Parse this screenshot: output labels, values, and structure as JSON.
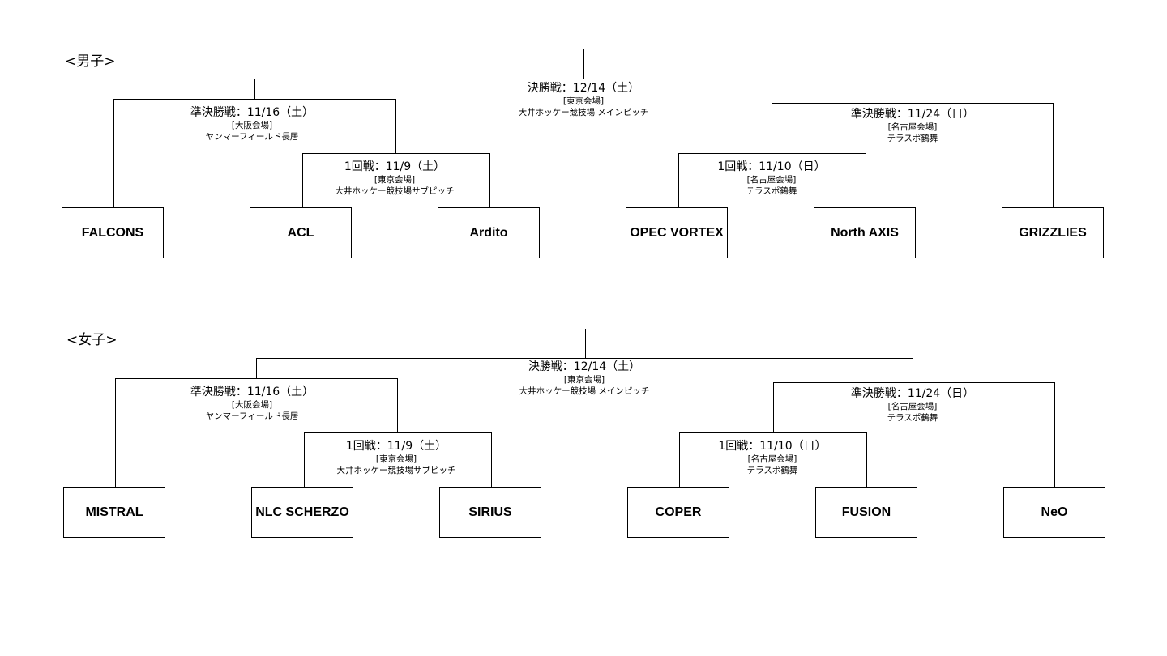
{
  "brackets": [
    {
      "heading": "<男子>",
      "final": {
        "round": "決勝戦：12/14（土）",
        "area": "[東京会場]",
        "venue": "大井ホッケー競技場 メインピッチ"
      },
      "semi_left": {
        "round": "準決勝戦：11/16（土）",
        "area": "[大阪会場]",
        "venue": "ヤンマーフィールド長居"
      },
      "first_left": {
        "round": "1回戦：11/9（土）",
        "area": "[東京会場]",
        "venue": "大井ホッケー競技場サブピッチ"
      },
      "semi_right": {
        "round": "準決勝戦：11/24（日）",
        "area": "[名古屋会場]",
        "venue": "テラスポ鶴舞"
      },
      "first_right": {
        "round": "1回戦：11/10（日）",
        "area": "[名古屋会場]",
        "venue": "テラスポ鶴舞"
      },
      "teams": [
        "FALCONS",
        "ACL",
        "Ardito",
        "OPEC VORTEX",
        "North AXIS",
        "GRIZZLIES"
      ]
    },
    {
      "heading": "<女子>",
      "final": {
        "round": "決勝戦：12/14（土）",
        "area": "[東京会場]",
        "venue": "大井ホッケー競技場 メインピッチ"
      },
      "semi_left": {
        "round": "準決勝戦：11/16（土）",
        "area": "[大阪会場]",
        "venue": "ヤンマーフィールド長居"
      },
      "first_left": {
        "round": "1回戦：11/9（土）",
        "area": "[東京会場]",
        "venue": "大井ホッケー競技場サブピッチ"
      },
      "semi_right": {
        "round": "準決勝戦：11/24（日）",
        "area": "[名古屋会場]",
        "venue": "テラスポ鶴舞"
      },
      "first_right": {
        "round": "1回戦：11/10（日）",
        "area": "[名古屋会場]",
        "venue": "テラスポ鶴舞"
      },
      "teams": [
        "MISTRAL",
        "NLC SCHERZO",
        "SIRIUS",
        "COPER",
        "FUSION",
        "NeO"
      ]
    }
  ]
}
